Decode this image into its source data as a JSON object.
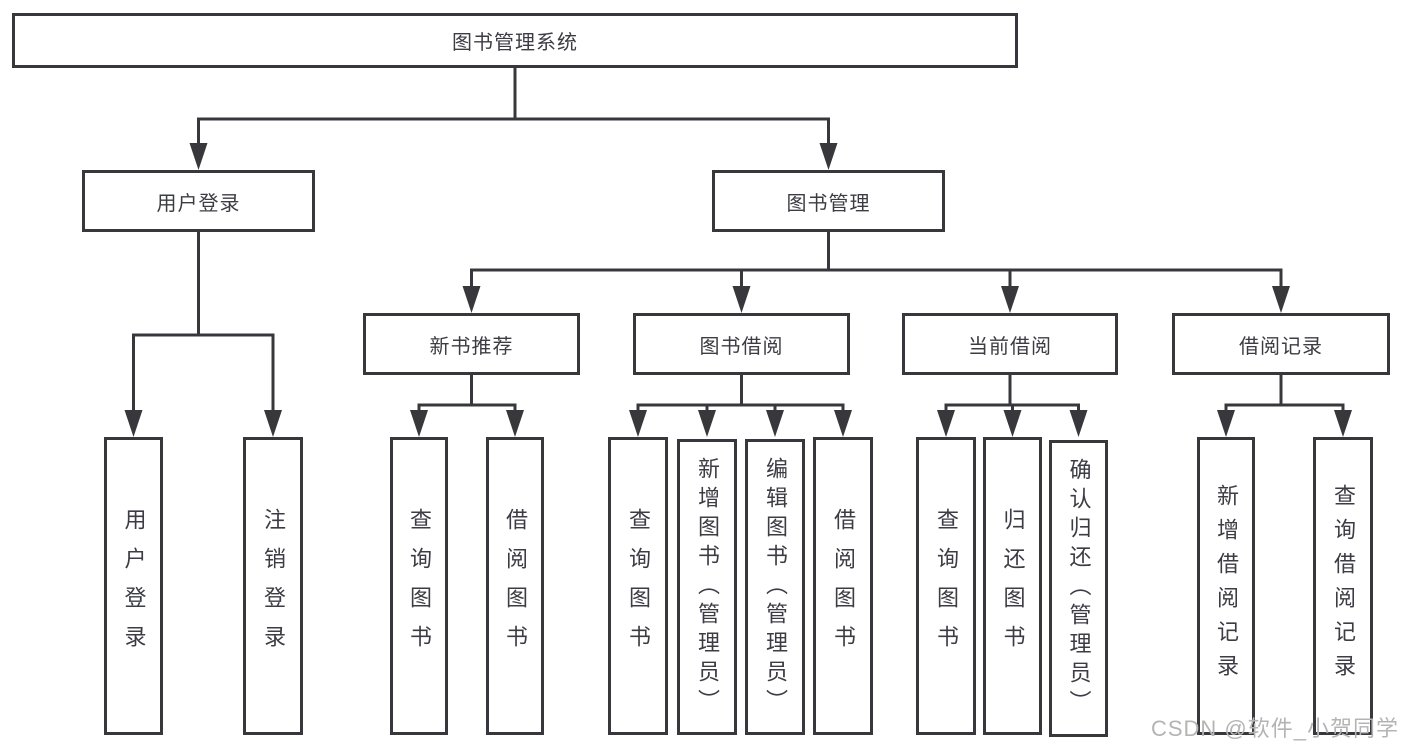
{
  "diagram": {
    "root_label": "图书管理系统",
    "modules": {
      "user_login": "用户登录",
      "book_management": "图书管理"
    },
    "submodules": {
      "new_book_recommend": "新书推荐",
      "book_borrowing": "图书借阅",
      "current_borrowing": "当前借阅",
      "borrowing_records": "借阅记录"
    },
    "leaves": {
      "user_login": [
        "用户登录",
        "注销登录"
      ],
      "new_book_recommend": [
        "查询图书",
        "借阅图书"
      ],
      "book_borrowing": [
        "查询图书",
        "新增图书（管理员）",
        "编辑图书（管理员）",
        "借阅图书"
      ],
      "current_borrowing": [
        "查询图书",
        "归还图书",
        "确认归还（管理员）"
      ],
      "borrowing_records": [
        "新增借阅记录",
        "查询借阅记录"
      ]
    }
  },
  "watermark": "CSDN @软件_小贺同学",
  "colors": {
    "line": "#38383c",
    "text": "#3c3c44",
    "watermark": "#b4b4b4",
    "background": "#ffffff"
  }
}
